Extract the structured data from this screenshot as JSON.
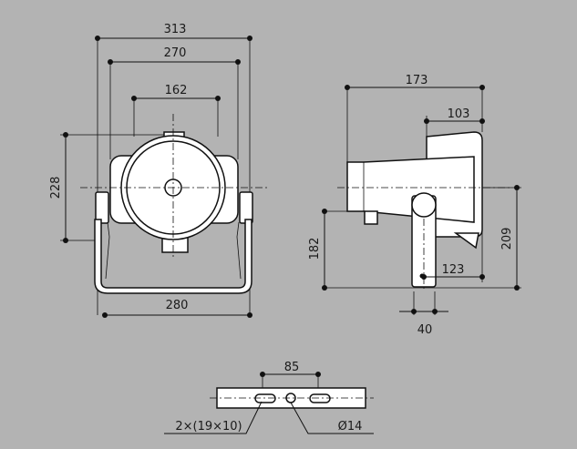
{
  "front_view": {
    "dim_overall_width": "313",
    "dim_body_width": "270",
    "dim_lens_width": "162",
    "dim_height": "228",
    "dim_bracket_width": "280"
  },
  "side_view": {
    "dim_depth": "173",
    "dim_rear_depth": "103",
    "dim_mount_height": "182",
    "dim_total_height": "209",
    "dim_arm_length": "123",
    "dim_arm_width": "40"
  },
  "bracket_detail": {
    "dim_slot_spacing": "85",
    "label_slots": "2×(19×10)",
    "label_hole": "Ø14"
  }
}
